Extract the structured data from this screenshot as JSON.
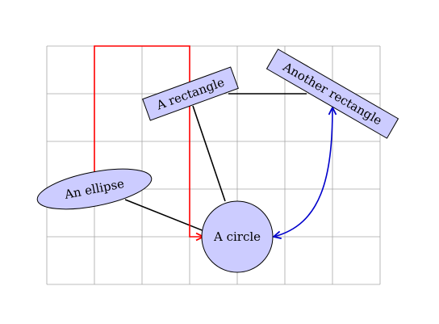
{
  "colors": {
    "grid": "#a6a6a6",
    "node_fill": "#ccccff",
    "node_stroke": "#000000",
    "edge_black": "#000000",
    "edge_red": "#ff0000",
    "edge_blue": "#0000cc"
  },
  "nodes": {
    "ellipse": {
      "label": "An ellipse",
      "shape": "ellipse"
    },
    "rect_a": {
      "label": "A rectangle",
      "shape": "rectangle"
    },
    "rect_b": {
      "label": "Another rectangle",
      "shape": "rectangle"
    },
    "circle": {
      "label": "A circle",
      "shape": "circle"
    }
  },
  "edges": [
    {
      "from": "ellipse",
      "to": "circle",
      "color": "black",
      "style": "straight",
      "arrow": "none"
    },
    {
      "from": "circle",
      "to": "rect_a",
      "color": "black",
      "style": "straight",
      "arrow": "none"
    },
    {
      "from": "rect_a",
      "to": "rect_b",
      "color": "black",
      "style": "straight",
      "arrow": "none"
    },
    {
      "from": "ellipse",
      "to": "circle",
      "color": "red",
      "style": "orthogonal",
      "arrow": "end"
    },
    {
      "from": "circle",
      "to": "rect_b",
      "color": "blue",
      "style": "curved",
      "arrow": "both"
    }
  ]
}
